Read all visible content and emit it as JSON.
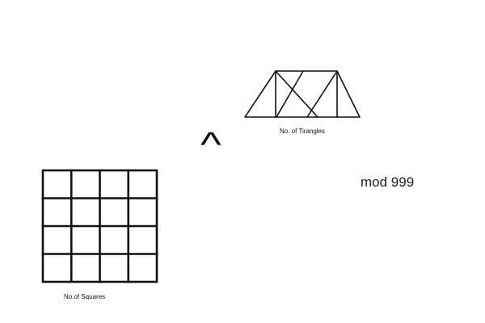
{
  "triangle_figure": {
    "caption": "No. of Tirangles"
  },
  "square_figure": {
    "caption": "No.of Squares"
  },
  "operator": {
    "symbol": "^"
  },
  "modulus_text": "mod 999"
}
